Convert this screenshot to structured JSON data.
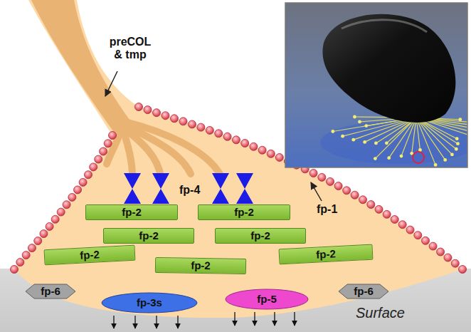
{
  "diagram": {
    "nodes": [
      {
        "text": [
          "fp-2"
        ]
      },
      {
        "text": [
          "fp-2"
        ]
      },
      {
        "text": [
          "fp-2"
        ]
      },
      {
        "text": [
          "fp-2"
        ]
      },
      {
        "text": [
          "fp-2"
        ]
      },
      {
        "text": [
          "fp-2"
        ]
      },
      {
        "text": [
          "fp-2"
        ]
      },
      {
        "text": [
          "fp-6"
        ]
      },
      {
        "text": [
          "fp-3s"
        ]
      },
      {
        "text": [
          "fp-5"
        ]
      },
      {
        "text": [
          "fp-6"
        ]
      },
      {
        "text": [
          "Surface"
        ]
      }
    ],
    "labels": [
      "preCOL & tmp",
      "fp-4",
      "fp-1"
    ]
  }
}
